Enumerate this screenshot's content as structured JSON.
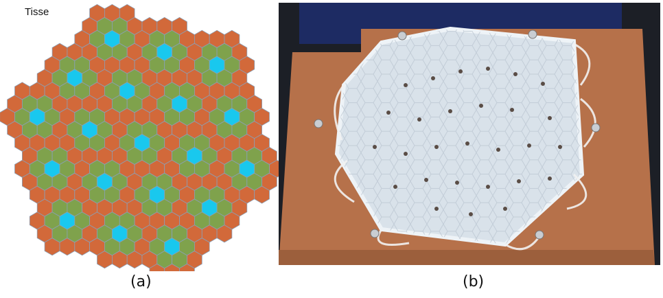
{
  "panel_a": {
    "label": "Tisse",
    "caption": "(a)",
    "colors": {
      "outer": "#d2693a",
      "ring": "#7fa24c",
      "center": "#19c8ee",
      "edge": "#8aa0b8"
    }
  },
  "panel_b": {
    "caption": "(b)",
    "colors": {
      "background": "#1c1f26",
      "wood": "#b6714a",
      "plate": "#d9e2ea"
    }
  }
}
